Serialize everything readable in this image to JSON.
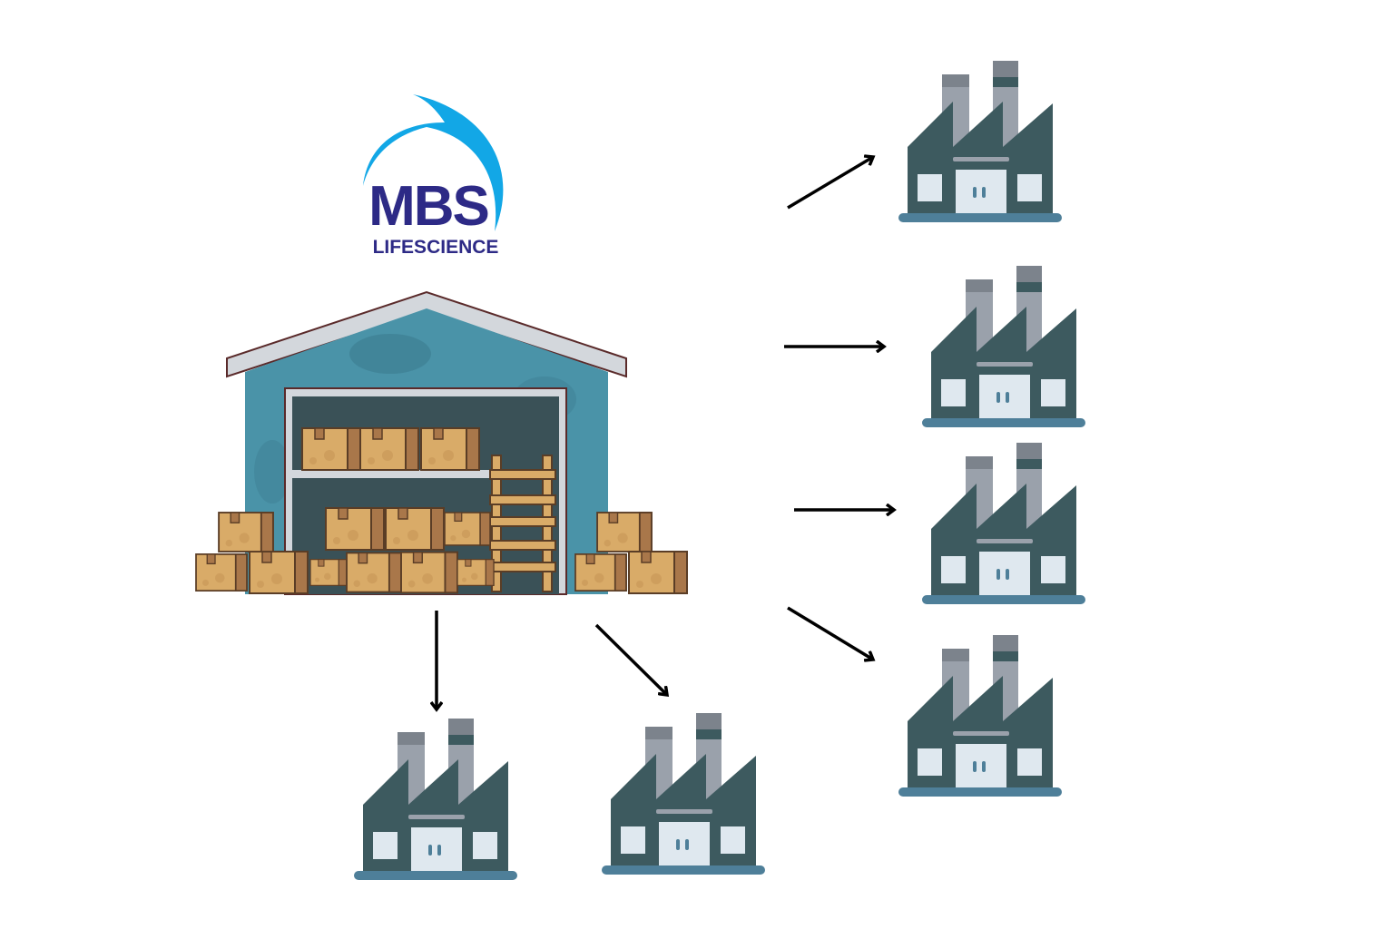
{
  "logo": {
    "brand": "MBS",
    "tagline": "LIFESCIENCE",
    "colors": {
      "swoosh": "#12a7e6",
      "text": "#2d2a86"
    }
  },
  "warehouse": {
    "icon": "warehouse-icon",
    "colors": {
      "wall": "#4a93a8",
      "roof": "#d3d7dc",
      "box": "#d9ab68",
      "box_dark": "#a9774a",
      "interior": "#3a5157",
      "pallet": "#d9ab68"
    }
  },
  "factories": [
    {
      "id": "factory-top-right-1",
      "icon": "factory-icon"
    },
    {
      "id": "factory-right-2",
      "icon": "factory-icon"
    },
    {
      "id": "factory-right-3",
      "icon": "factory-icon"
    },
    {
      "id": "factory-right-4",
      "icon": "factory-icon"
    },
    {
      "id": "factory-bottom-1",
      "icon": "factory-icon"
    },
    {
      "id": "factory-bottom-2",
      "icon": "factory-icon"
    }
  ],
  "factory_colors": {
    "body": "#3d5a5f",
    "chimney": "#9aa1ab",
    "chimney_band": "#3d5a5f",
    "chimney_top": "#7c838c",
    "window": "#dfe8ef",
    "base": "#4e7f99",
    "door_line": "#4e7f99"
  },
  "arrows": [
    {
      "id": "arrow-to-factory-top-right-1",
      "direction": "up-right"
    },
    {
      "id": "arrow-to-factory-right-2",
      "direction": "right"
    },
    {
      "id": "arrow-to-factory-right-3",
      "direction": "right"
    },
    {
      "id": "arrow-to-factory-right-4",
      "direction": "down-right"
    },
    {
      "id": "arrow-to-factory-bottom-1",
      "direction": "down"
    },
    {
      "id": "arrow-to-factory-bottom-2",
      "direction": "down-right"
    }
  ]
}
